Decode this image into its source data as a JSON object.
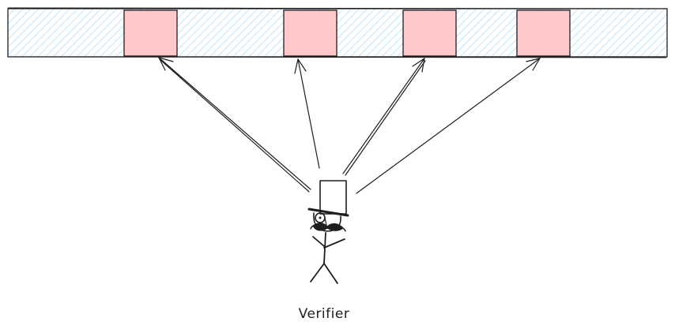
{
  "diagram": {
    "caption": "Verifier",
    "colors": {
      "strip_fill": "#a5d8ff",
      "sampled_fill": "#ffc9c9",
      "stroke": "#1e1e1e"
    },
    "strip": {
      "cell_count": 4,
      "sampled_cells": [
        1,
        2,
        3,
        4
      ],
      "description_icons": [
        "top-hat-icon",
        "monocle-icon",
        "mustache-icon",
        "stick-figure-icon"
      ]
    }
  }
}
